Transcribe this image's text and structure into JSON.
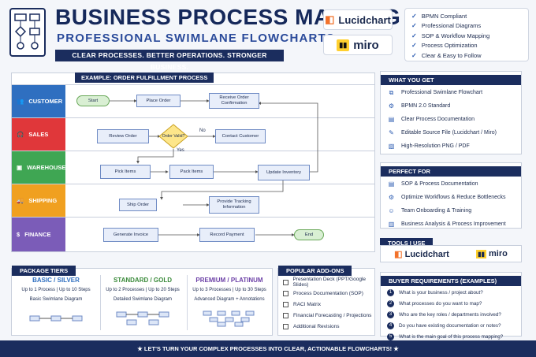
{
  "header": {
    "title": "BUSINESS PROCESS MAPPING",
    "subtitle": "PROFESSIONAL SWIMLANE FLOWCHARTS",
    "tagline": "CLEAR PROCESSES. BETTER OPERATIONS. STRONGER BUSINESS."
  },
  "brands": {
    "lucidchart": "Lucidchart",
    "miro": "miro"
  },
  "features": [
    "BPMN Compliant",
    "Professional Diagrams",
    "SOP & Workflow Mapping",
    "Process Optimization",
    "Clear & Easy to Follow"
  ],
  "diagram": {
    "title": "EXAMPLE: ORDER FULFILLMENT PROCESS",
    "lanes": [
      {
        "label": "CUSTOMER",
        "color": "#2f6fc0",
        "icon": "users-icon"
      },
      {
        "label": "SALES",
        "color": "#e0373a",
        "icon": "headset-icon"
      },
      {
        "label": "WAREHOUSE",
        "color": "#3fa653",
        "icon": "box-icon"
      },
      {
        "label": "SHIPPING",
        "color": "#f0a020",
        "icon": "truck-icon"
      },
      {
        "label": "FINANCE",
        "color": "#7b5cb8",
        "icon": "coin-icon"
      }
    ],
    "nodes": {
      "start": "Start",
      "place_order": "Place Order",
      "receive": "Receive Order Confirmation",
      "review": "Review Order",
      "valid": "Order Valid?",
      "contact": "Contact Customer",
      "no": "No",
      "yes": "Yes",
      "pick": "Pick Items",
      "pack": "Pack Items",
      "update": "Update Inventory",
      "ship": "Ship Order",
      "tracking": "Provide Tracking Information",
      "invoice": "Generate Invoice",
      "payment": "Record Payment",
      "end": "End"
    }
  },
  "get": {
    "title": "WHAT YOU GET",
    "items": [
      {
        "icon": "flowchart-icon",
        "label": "Professional Swimlane Flowchart"
      },
      {
        "icon": "gear-icon",
        "label": "BPMN 2.0 Standard"
      },
      {
        "icon": "document-icon",
        "label": "Clear Process Documentation"
      },
      {
        "icon": "edit-icon",
        "label": "Editable Source File (Lucidchart / Miro)"
      },
      {
        "icon": "image-icon",
        "label": "High-Resolution PNG / PDF"
      }
    ]
  },
  "perfect": {
    "title": "PERFECT FOR",
    "items": [
      {
        "icon": "document-icon",
        "label": "SOP & Process Documentation"
      },
      {
        "icon": "gear-icon",
        "label": "Optimize Workflows & Reduce Bottlenecks"
      },
      {
        "icon": "team-icon",
        "label": "Team Onboarding & Training"
      },
      {
        "icon": "chart-icon",
        "label": "Business Analysis & Process Improvement"
      }
    ]
  },
  "tools": {
    "title": "TOOLS I USE"
  },
  "tiers": {
    "title": "PACKAGE TIERS",
    "items": [
      {
        "name": "BASIC / SILVER",
        "color": "#2f6fc0",
        "limits": "Up to 1 Process | Up to 10 Steps",
        "desc": "Basic Swimlane Diagram"
      },
      {
        "name": "STANDARD / GOLD",
        "color": "#3a8a3a",
        "limits": "Up to 2 Processes | Up to 20 Steps",
        "desc": "Detailed Swimlane Diagram"
      },
      {
        "name": "PREMIUM / PLATINUM",
        "color": "#6b3fa6",
        "limits": "Up to 3 Processes | Up to 30 Steps",
        "desc": "Advanced Diagram + Annotations"
      }
    ]
  },
  "addons": {
    "title": "POPULAR ADD-ONS",
    "items": [
      "Presentation Deck (PPT/Google Slides)",
      "Process Documentation (SOP)",
      "RACI Matrix",
      "Financial Forecasting / Projections",
      "Additional Revisions"
    ]
  },
  "requirements": {
    "title": "BUYER REQUIREMENTS (EXAMPLES)",
    "items": [
      "What is your business / project about?",
      "What processes do you want to map?",
      "Who are the key roles / departments involved?",
      "Do you have existing documentation or notes?",
      "What is the main goal of this process mapping?"
    ]
  },
  "footer": "LET'S TURN YOUR COMPLEX PROCESSES INTO CLEAR, ACTIONABLE FLOWCHARTS!"
}
